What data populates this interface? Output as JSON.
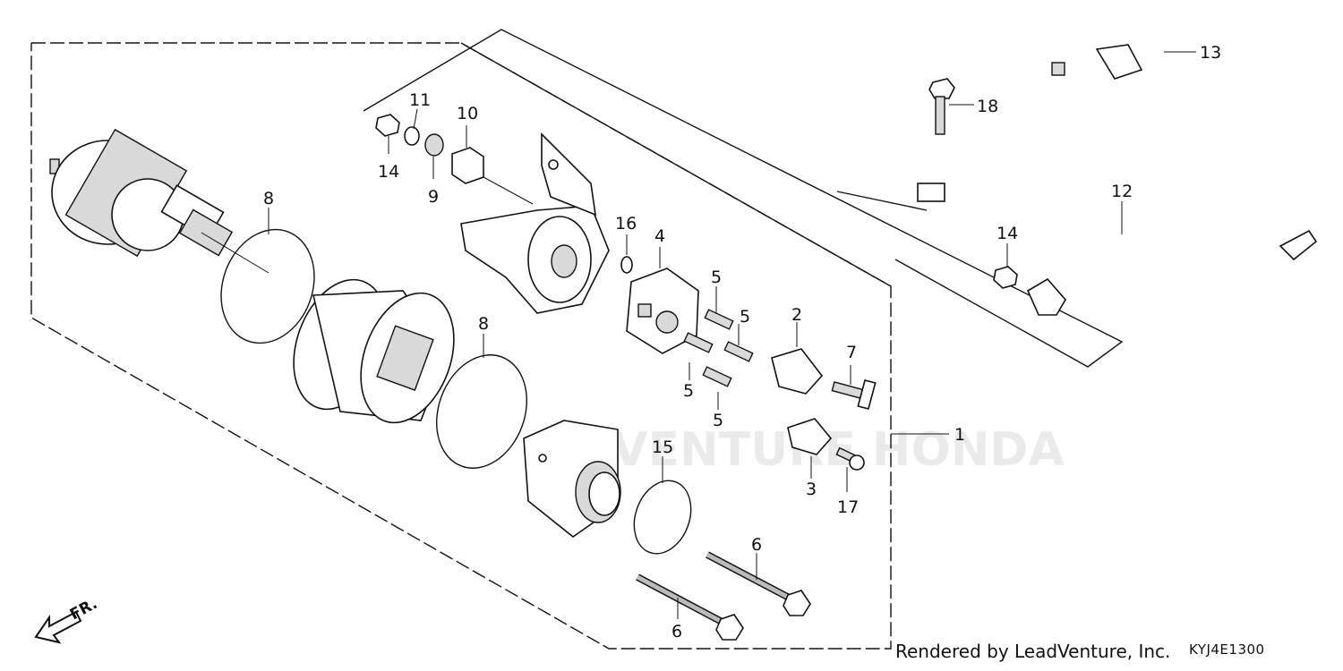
{
  "diagram": {
    "callouts": [
      {
        "id": "c1",
        "text": "1"
      },
      {
        "id": "c2",
        "text": "2"
      },
      {
        "id": "c3",
        "text": "3"
      },
      {
        "id": "c4",
        "text": "4"
      },
      {
        "id": "c5a",
        "text": "5"
      },
      {
        "id": "c5b",
        "text": "5"
      },
      {
        "id": "c5c",
        "text": "5"
      },
      {
        "id": "c5d",
        "text": "5"
      },
      {
        "id": "c6a",
        "text": "6"
      },
      {
        "id": "c6b",
        "text": "6"
      },
      {
        "id": "c7",
        "text": "7"
      },
      {
        "id": "c8a",
        "text": "8"
      },
      {
        "id": "c8b",
        "text": "8"
      },
      {
        "id": "c9",
        "text": "9"
      },
      {
        "id": "c10",
        "text": "10"
      },
      {
        "id": "c11",
        "text": "11"
      },
      {
        "id": "c12",
        "text": "12"
      },
      {
        "id": "c13",
        "text": "13"
      },
      {
        "id": "c14a",
        "text": "14"
      },
      {
        "id": "c14b",
        "text": "14"
      },
      {
        "id": "c15",
        "text": "15"
      },
      {
        "id": "c16",
        "text": "16"
      },
      {
        "id": "c17",
        "text": "17"
      },
      {
        "id": "c18",
        "text": "18"
      }
    ],
    "direction_marker": "FR.",
    "watermark": "ADVENTURE HONDA",
    "footer": {
      "rendered_by": "Rendered by LeadVenture, Inc.",
      "diagram_code": "KYJ4E1300"
    }
  }
}
